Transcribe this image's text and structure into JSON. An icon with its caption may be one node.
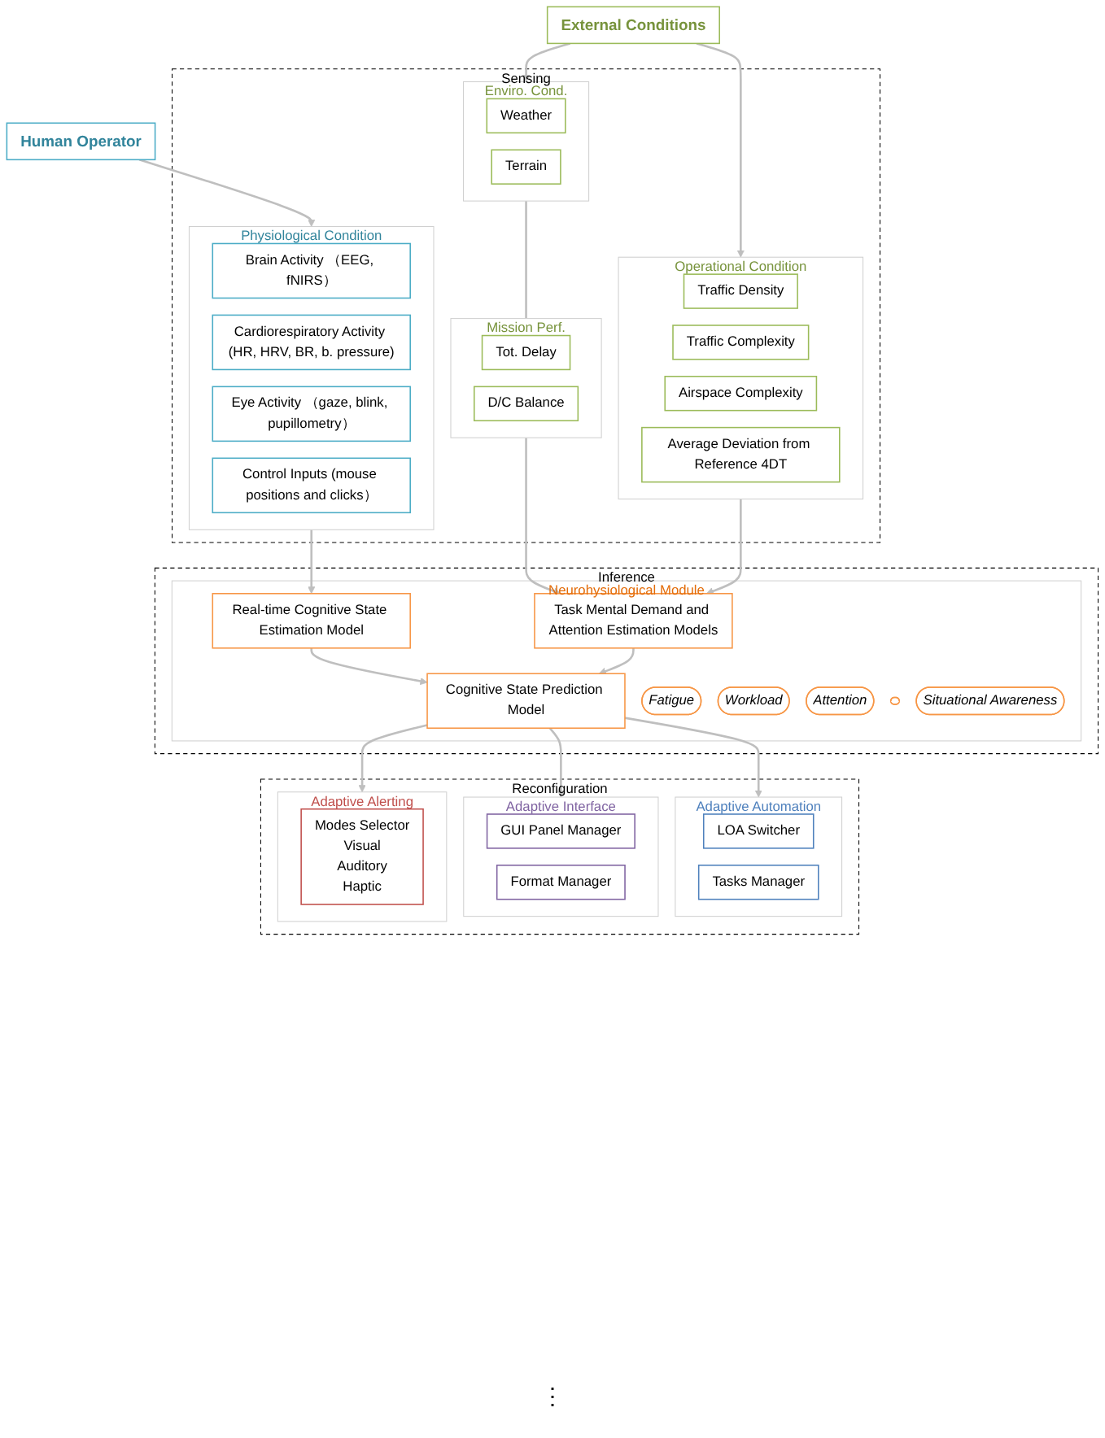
{
  "diagram": {
    "nodes": [
      {
        "text": [
          "Human Operator"
        ]
      },
      {
        "text": [
          "External Conditions"
        ]
      },
      {
        "text": [
          "Sensing"
        ]
      },
      {
        "text": [
          "Physiological Condition"
        ],
        "in": 2
      },
      {
        "text": [
          "Brain Activity （EEG, fNIRS）"
        ],
        "in": 3
      },
      {
        "text": [
          "Cardiorespiratory Activity (HR, HRV, BR, b. pressure)"
        ],
        "in": 3
      },
      {
        "text": [
          "Eye Activity （gaze, blink, pupillometry）"
        ],
        "in": 3
      },
      {
        "text": [
          "Control Inputs (mouse positions and clicks）"
        ],
        "in": 3
      },
      {
        "text": [
          "Enviro. Cond."
        ],
        "in": 2
      },
      {
        "text": [
          "Weather"
        ],
        "in": 8
      },
      {
        "text": [
          "Terrain"
        ],
        "in": 8
      },
      {
        "text": [
          "Mission Perf."
        ],
        "in": 2
      },
      {
        "text": [
          "Tot. Delay"
        ],
        "in": 11
      },
      {
        "text": [
          "D/C Balance"
        ],
        "in": 11
      },
      {
        "text": [
          "Operational Condition"
        ],
        "in": 2
      },
      {
        "text": [
          "Traffic Density"
        ],
        "in": 14
      },
      {
        "text": [
          "Traffic Complexity"
        ],
        "in": 14
      },
      {
        "text": [
          "Airspace Complexity"
        ],
        "in": 14
      },
      {
        "text": [
          "Average Deviation from Reference 4DT"
        ],
        "in": 14
      },
      {
        "text": [
          "Inference"
        ]
      },
      {
        "text": [
          "Neurohysiological Module"
        ],
        "in": 19
      },
      {
        "text": [
          "Real-time Cognitive State Estimation Model"
        ],
        "in": 20
      },
      {
        "text": [
          "Task Mental Demand and Attention Estimation Models"
        ],
        "in": 20
      },
      {
        "text": [
          "Cognitive State Prediction Model"
        ],
        "in": 20
      },
      {
        "text": [
          "Fatigue"
        ],
        "in": 20
      },
      {
        "text": [
          "Workload"
        ],
        "in": 20
      },
      {
        "text": [
          "Attention"
        ],
        "in": 20
      },
      {
        "text": [],
        "shape": "ellipse",
        "in": 20
      },
      {
        "text": [
          "Situational Awareness"
        ],
        "in": 20
      },
      {
        "text": [
          "Reconfiguration"
        ]
      },
      {
        "text": [
          "Adaptive Automation"
        ],
        "in": 29
      },
      {
        "text": [
          "LOA Switcher"
        ],
        "in": 30
      },
      {
        "text": [
          "Tasks Manager"
        ],
        "in": 30
      },
      {
        "text": [
          "Adaptive Interface"
        ],
        "in": 29
      },
      {
        "text": [
          "GUI Panel Manager"
        ],
        "in": 33
      },
      {
        "text": [
          "Format Manager"
        ],
        "in": 33
      },
      {
        "text": [
          "Adaptive Alerting"
        ],
        "in": 29
      },
      {
        "text": [
          "Modes Selector",
          "Visual",
          "Auditory",
          "Haptic"
        ],
        "in": 36
      }
    ],
    "edges": [
      {
        "from": 0,
        "to": 3,
        "arrow": "to"
      },
      {
        "from": 1,
        "to": 8,
        "arrow": "to"
      },
      {
        "from": 1,
        "to": 14,
        "arrow": "to"
      },
      {
        "from": 8,
        "to": 11,
        "arrow": "none"
      },
      {
        "from": 3,
        "to": 21,
        "arrow": "to"
      },
      {
        "from": 11,
        "to": 22,
        "arrow": "to"
      },
      {
        "from": 14,
        "to": 22,
        "arrow": "to"
      },
      {
        "from": 21,
        "to": 23,
        "arrow": "to"
      },
      {
        "from": 22,
        "to": 23,
        "arrow": "to"
      },
      {
        "from": 23,
        "to": 30,
        "arrow": "to"
      },
      {
        "from": 23,
        "to": 33,
        "arrow": "to"
      },
      {
        "from": 23,
        "to": 36,
        "arrow": "to"
      }
    ],
    "labels": [
      "⋮"
    ]
  }
}
